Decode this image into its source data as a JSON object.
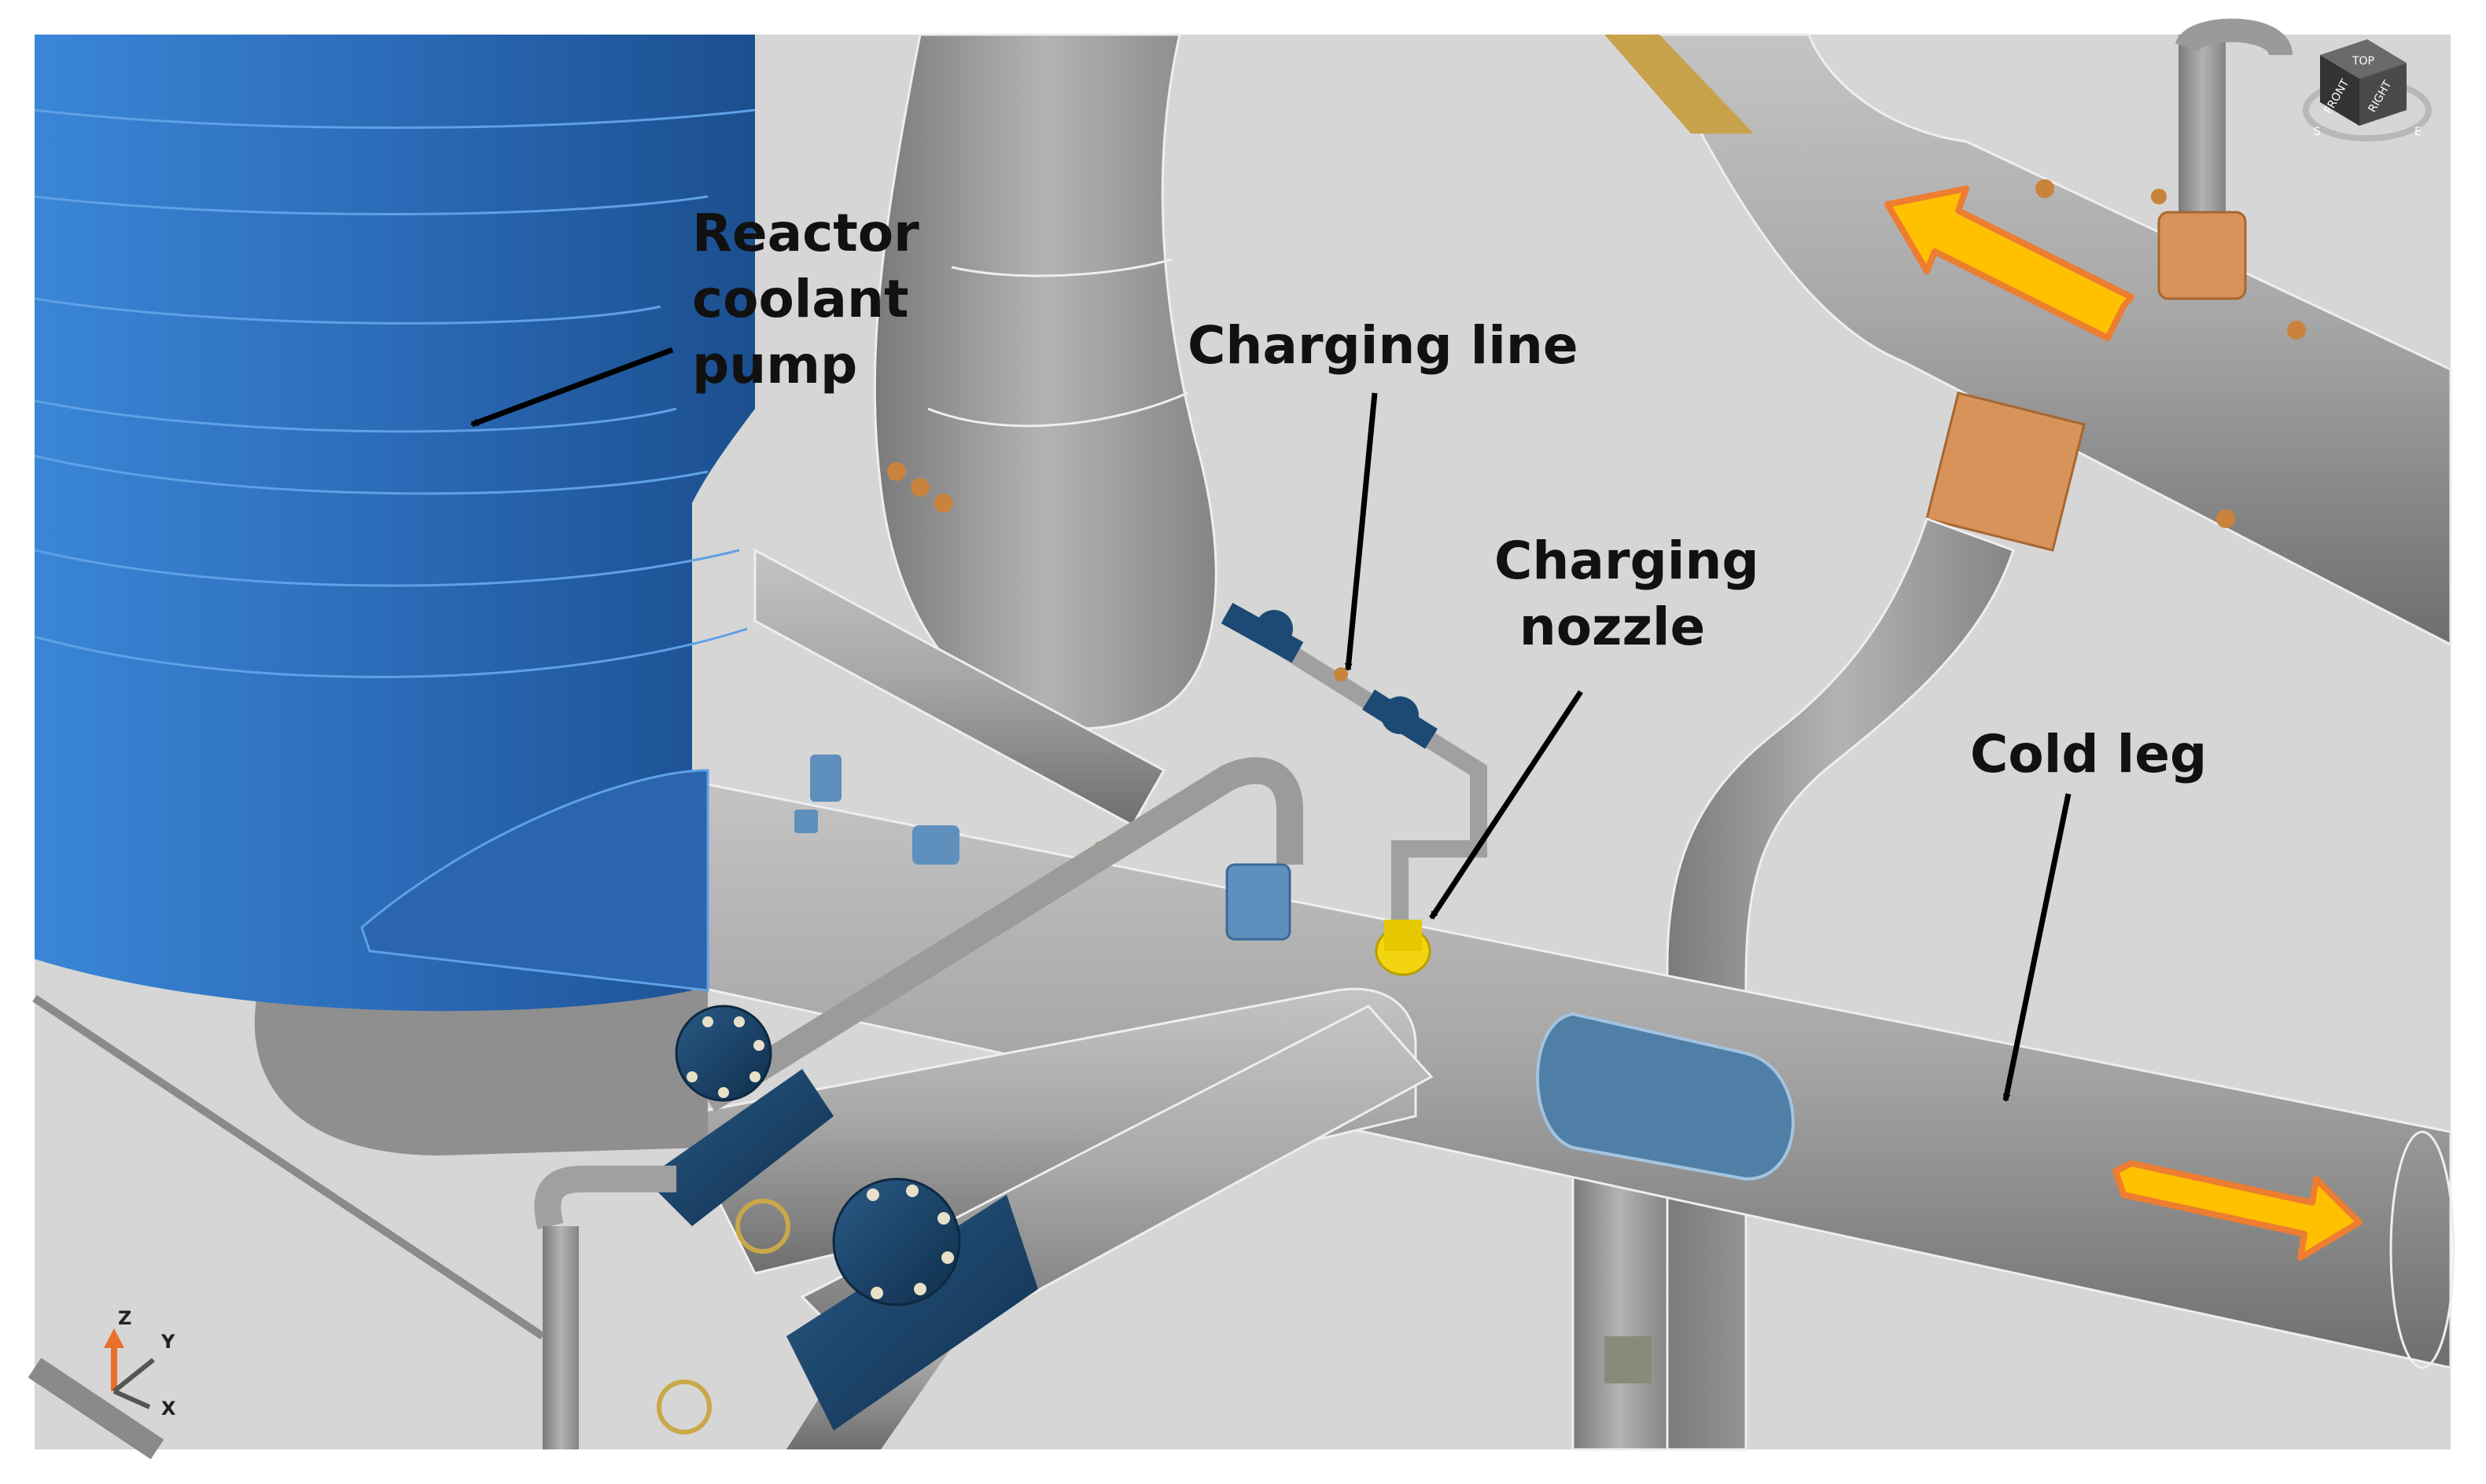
{
  "labels": {
    "pump": [
      "Reactor",
      "coolant",
      "pump"
    ],
    "charging_line": "Charging line",
    "charging_nozzle": [
      "Charging",
      "nozzle"
    ],
    "cold_leg": "Cold leg"
  },
  "viewcube": {
    "top": "TOP",
    "front": "FRONT",
    "right": "RIGHT",
    "south": "S",
    "east": "E"
  },
  "axes": {
    "z": "Z",
    "y": "Y",
    "x": "X"
  },
  "colors": {
    "background": "#d6d6d6",
    "pipe": "#a6a6a6",
    "pump_blue": "#2e70bf",
    "valve_navy": "#163f63",
    "flange_blue": "#5f8fbc",
    "nozzle_yellow": "#f2d411",
    "fitting_orange": "#d8935a",
    "flow_arrow_fill": "#ffc000",
    "flow_arrow_edge": "#ed7d31"
  }
}
